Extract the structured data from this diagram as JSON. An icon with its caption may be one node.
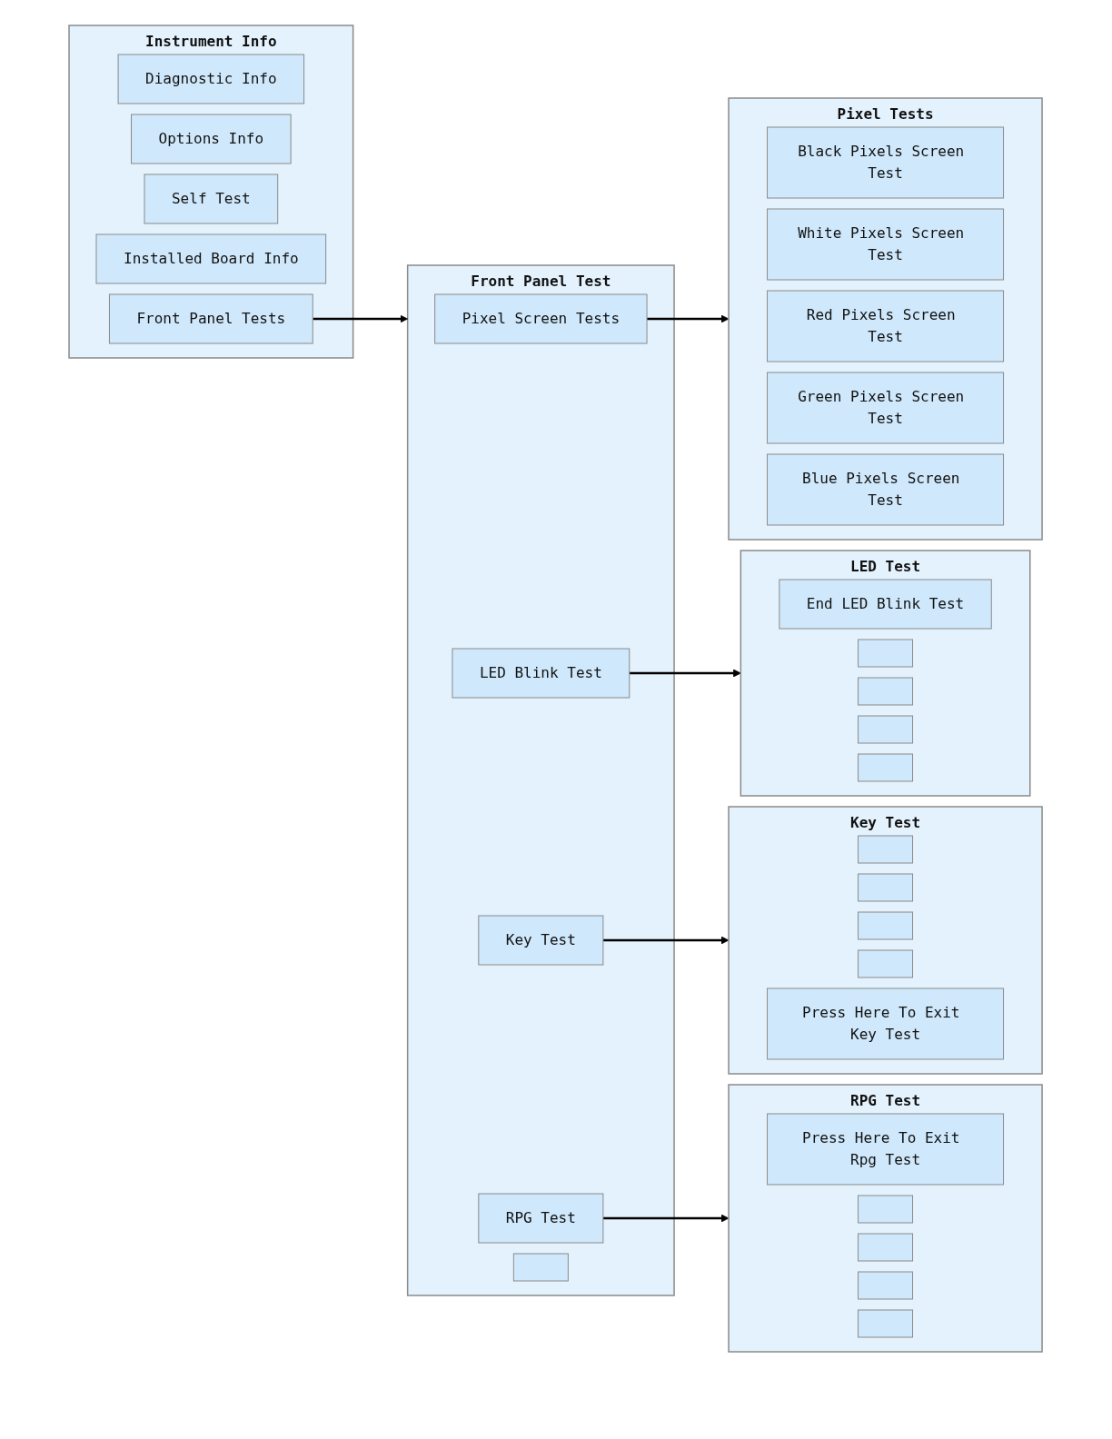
{
  "diagram": {
    "nodes": [
      {
        "text": [
          "Instrument Info"
        ]
      },
      {
        "text": [
          "Diagnostic Info"
        ],
        "in": 0
      },
      {
        "text": [
          "Options Info"
        ],
        "in": 0
      },
      {
        "text": [
          "Self Test"
        ],
        "in": 0
      },
      {
        "text": [
          "Installed Board Info"
        ],
        "in": 0
      },
      {
        "text": [
          "Front Panel Tests"
        ],
        "in": 0
      },
      {
        "text": [
          "Front Panel Test"
        ]
      },
      {
        "text": [
          "Pixel Screen Tests"
        ],
        "in": 6
      },
      {
        "text": [
          "LED Blink Test"
        ],
        "in": 6
      },
      {
        "text": [
          "Key Test"
        ],
        "in": 6
      },
      {
        "text": [
          "RPG Test"
        ],
        "in": 6
      },
      {
        "text": [],
        "shape": "box",
        "in": 6
      },
      {
        "text": [
          "Pixel Tests"
        ]
      },
      {
        "text": [
          "Black Pixels Screen Test"
        ],
        "in": 12
      },
      {
        "text": [
          "White Pixels Screen Test"
        ],
        "in": 12
      },
      {
        "text": [
          "Red Pixels Screen Test"
        ],
        "in": 12
      },
      {
        "text": [
          "Green Pixels Screen Test"
        ],
        "in": 12
      },
      {
        "text": [
          "Blue Pixels Screen Test"
        ],
        "in": 12
      },
      {
        "text": [
          "LED Test"
        ]
      },
      {
        "text": [
          "End LED Blink Test"
        ],
        "in": 18
      },
      {
        "text": [],
        "shape": "box",
        "in": 18
      },
      {
        "text": [],
        "shape": "box",
        "in": 18
      },
      {
        "text": [],
        "shape": "box",
        "in": 18
      },
      {
        "text": [],
        "shape": "box",
        "in": 18
      },
      {
        "text": [
          "RPG Test"
        ]
      },
      {
        "text": [
          "Press Here To Exit Rpg Test"
        ],
        "in": 24
      },
      {
        "text": [],
        "shape": "box",
        "in": 24
      },
      {
        "text": [],
        "shape": "box",
        "in": 24
      },
      {
        "text": [],
        "shape": "box",
        "in": 24
      },
      {
        "text": [],
        "shape": "box",
        "in": 24
      },
      {
        "text": [
          "Key Test"
        ]
      },
      {
        "text": [],
        "shape": "box",
        "in": 30
      },
      {
        "text": [],
        "shape": "box",
        "in": 30
      },
      {
        "text": [],
        "shape": "box",
        "in": 30
      },
      {
        "text": [],
        "shape": "box",
        "in": 30
      },
      {
        "text": [
          "Press Here To Exit Key Test"
        ],
        "in": 30
      }
    ],
    "edges": [
      {
        "from": 5,
        "to": 6,
        "arrow": "to"
      },
      {
        "from": 7,
        "to": 12,
        "arrow": "to"
      },
      {
        "from": 8,
        "to": 18,
        "arrow": "to"
      },
      {
        "from": 9,
        "to": 30,
        "arrow": "to"
      },
      {
        "from": 10,
        "to": 24,
        "arrow": "to"
      }
    ]
  }
}
